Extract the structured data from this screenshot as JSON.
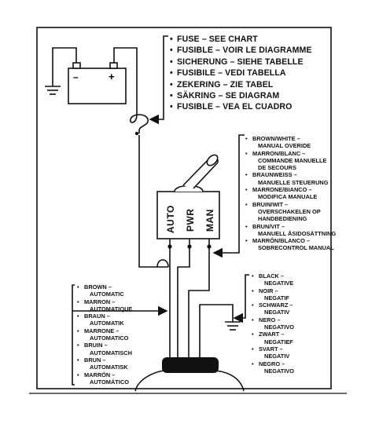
{
  "battery": {
    "minus_symbol": "–",
    "plus_symbol": "+"
  },
  "fuse_labels": [
    "FUSE – SEE CHART",
    "FUSIBLE – VOIR LE DIAGRAMME",
    "SICHERUNG – SIEHE TABELLE",
    "FUSIBILE – VEDI TABELLA",
    "ZEKERING – ZIE TABEL",
    "SÄKRING – SE DIAGRAM",
    "FUSIBLE – VEA EL CUADRO"
  ],
  "switch_labels": {
    "auto": "AUTO",
    "pwr": "PWR",
    "man": "MAN"
  },
  "manual_override_labels": [
    [
      "BROWN/WHITE –",
      "MANUAL OVERIDE"
    ],
    [
      "MARRON/BLANC –",
      "COMMANDE MANUELLE",
      "DE SECOURS"
    ],
    [
      "BRAUNWEISS –",
      "MANUELLE STEUERUNG"
    ],
    [
      "MARRONE/BIANCO –",
      "MODIFICA MANUALE"
    ],
    [
      "BRUIN/WIT –",
      "OVERSCHAKELEN OP",
      "HANDBEDIENING"
    ],
    [
      "BRUN/VIT –",
      "MANUELL ÅSIDOSÄTTNING"
    ],
    [
      "MARRÓN/BLANCO –",
      "SOBRECONTROL MANUAL"
    ]
  ],
  "ground_labels": [
    [
      "BLACK –",
      "NEGATIVE"
    ],
    [
      "NOIR –",
      "NEGATIF"
    ],
    [
      "SCHWARZ –",
      "NEGATIV"
    ],
    [
      "NERO –",
      "NEGATIVO"
    ],
    [
      "ZWART –",
      "NEGATIEF"
    ],
    [
      "SVART –",
      "NEGATIV"
    ],
    [
      "NEGRO –",
      "NEGATIVO"
    ]
  ],
  "automatic_labels": [
    [
      "BROWN –",
      "AUTOMATIC"
    ],
    [
      "MARRON –",
      "AUTOMATIQUE"
    ],
    [
      "BRAUN –",
      "AUTOMATIK"
    ],
    [
      "MARRONE –",
      "AUTOMATICO"
    ],
    [
      "BRUIN –",
      "AUTOMATISCH"
    ],
    [
      "BRUN –",
      "AUTOMATISK"
    ],
    [
      "MARRÓN –",
      "AUTOMÁTICO"
    ]
  ]
}
